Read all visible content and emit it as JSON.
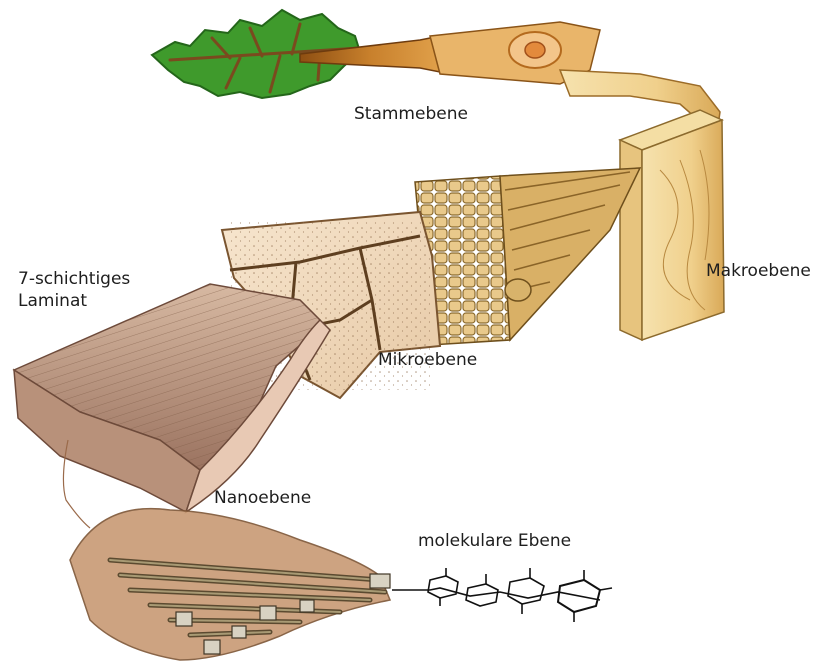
{
  "labels": {
    "stammebene": "Stammebene",
    "makroebene": "Makroebene",
    "mikroebene": "Mikroebene",
    "laminat_line1": "7-schichtiges",
    "laminat_line2": "Laminat",
    "nanoebene": "Nanoebene",
    "molekulare_ebene": "molekulare Ebene"
  },
  "colors": {
    "leaf": "#3f9a2c",
    "bark": "#b46a1e",
    "wood_light": "#f2d79a",
    "wood_mid": "#e3b865",
    "wood_dark": "#a7752f",
    "cell_wall": "#efd6b6",
    "laminate": "#b8917a",
    "fibril": "#6b5a3a",
    "molecule": "#111111"
  }
}
